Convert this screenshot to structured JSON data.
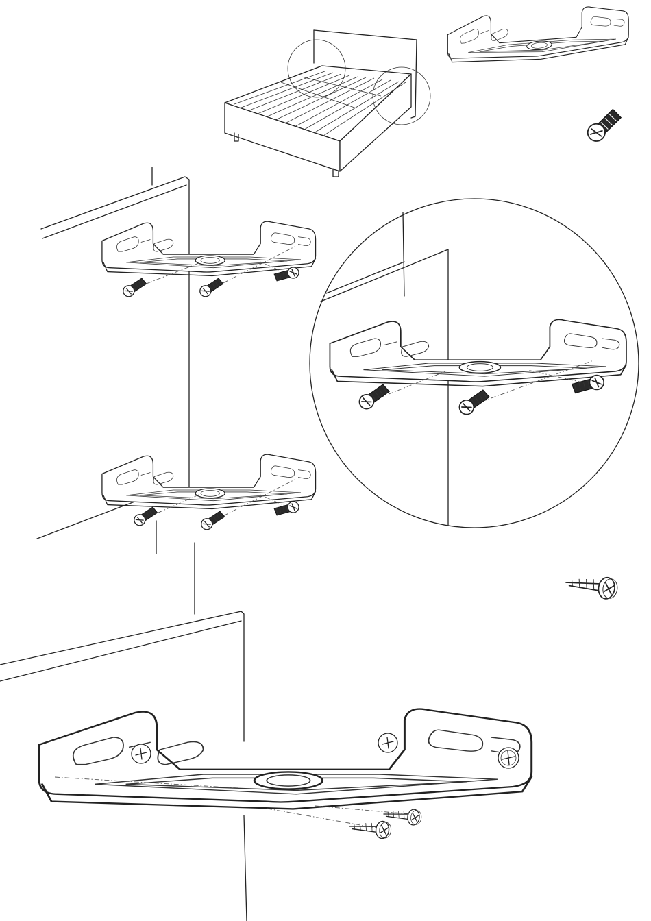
{
  "sheet": {
    "type": "assembly-instructions",
    "text": []
  },
  "parts": {
    "bracket": {
      "icon": "corner-bracket-icon"
    },
    "machine_screw": {
      "icon": "machine-screw-icon"
    },
    "wood_screw": {
      "icon": "wood-screw-icon"
    }
  },
  "steps": [
    {
      "name": "overview",
      "icon": "bed-frame-icon",
      "highlights": 2
    },
    {
      "name": "mount-brackets",
      "brackets": 2,
      "screws_per_bracket": 3
    },
    {
      "name": "detail-zoom",
      "icon": "magnifier-circle-icon"
    },
    {
      "name": "fix-to-panel",
      "fastener": "wood-screw-icon"
    }
  ],
  "colors": {
    "line": "#222222",
    "background": "#ffffff"
  }
}
